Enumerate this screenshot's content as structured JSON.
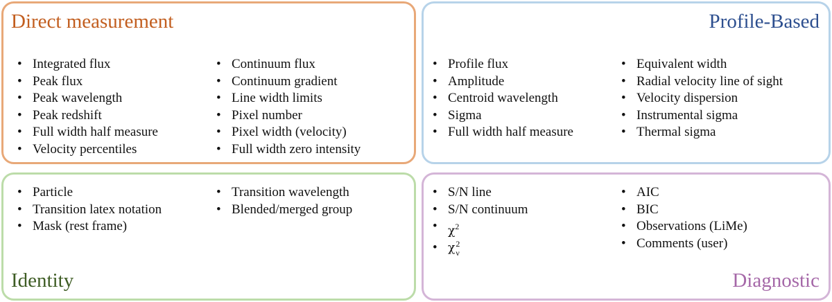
{
  "colors": {
    "direct": "#E8A878",
    "direct_title": "#C25E1F",
    "profile": "#B7D3E9",
    "profile_title": "#2D4F8F",
    "identity": "#BCDCA9",
    "identity_title": "#3E5C24",
    "diagnostic": "#D4B5D7",
    "diagnostic_title": "#A568A8"
  },
  "panels": {
    "direct": {
      "title": "Direct measurement",
      "col1": [
        "Integrated flux",
        "Peak flux",
        "Peak wavelength",
        "Peak redshift",
        "Full width half measure",
        "Velocity percentiles"
      ],
      "col2": [
        "Continuum flux",
        "Continuum gradient",
        "Line width limits",
        "Pixel number",
        "Pixel width (velocity)",
        "Full width zero intensity"
      ]
    },
    "profile": {
      "title": "Profile-Based",
      "col1": [
        "Profile flux",
        "Amplitude",
        "Centroid wavelength",
        "Sigma",
        "Full width half measure"
      ],
      "col2": [
        "Equivalent width",
        "Radial velocity line of sight",
        "Velocity dispersion",
        "Instrumental sigma",
        "Thermal sigma"
      ]
    },
    "identity": {
      "title": "Identity",
      "col1": [
        "Particle",
        "Transition latex notation",
        "Mask (rest frame)"
      ],
      "col2": [
        "Transition wavelength",
        "Blended/merged group"
      ]
    },
    "diagnostic": {
      "title": "Diagnostic",
      "col1": [
        "S/N line",
        "S/N continuum"
      ],
      "chi": {
        "symbol": "χ",
        "sup": "2",
        "sub": "ν"
      },
      "col2": [
        "AIC",
        "BIC",
        "Observations (LiMe)",
        "Comments (user)"
      ]
    }
  }
}
